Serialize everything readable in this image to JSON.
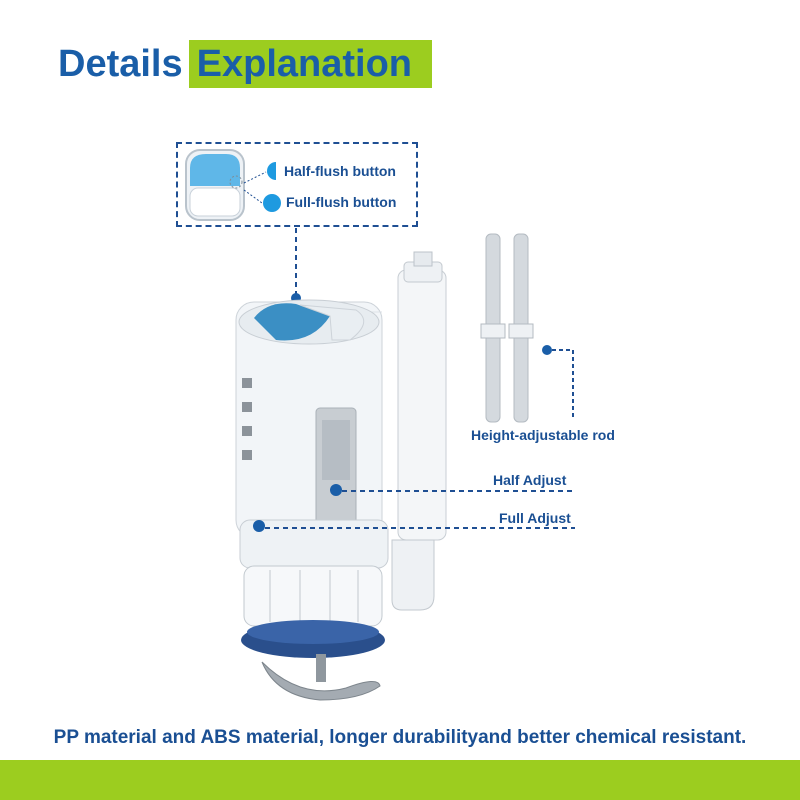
{
  "header": {
    "title_part1": "Details",
    "title_part2": "Explanation"
  },
  "callouts": {
    "half_flush_button": "Half-flush button",
    "full_flush_button": "Full-flush button",
    "height_adjustable_rod": "Height-adjustable rod",
    "half_adjust": "Half Adjust",
    "full_adjust": "Full Adjust"
  },
  "footer": {
    "text": "PP material and ABS material, longer durabilityand better chemical resistant."
  },
  "colors": {
    "brand_blue": "#1a5ea8",
    "accent_green": "#9ccd1f",
    "button_blue": "#3aa0d8"
  },
  "icons": [
    "half-circle-icon",
    "full-circle-icon",
    "callout-dot-icon"
  ]
}
